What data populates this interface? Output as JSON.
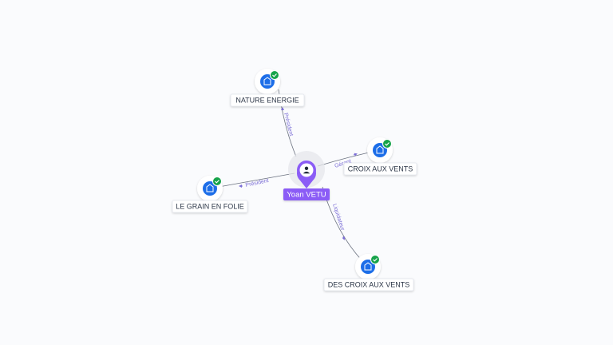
{
  "person": {
    "name": "Yoan VETU",
    "icon": "person-icon",
    "color": "#8b5cf6"
  },
  "companies": [
    {
      "name": "NATURE ENERGIE",
      "role": "Président",
      "icon": "building-icon",
      "verified": true
    },
    {
      "name": "CROIX AUX VENTS",
      "role": "Gérant",
      "icon": "building-icon",
      "verified": true
    },
    {
      "name": "LE GRAIN EN FOLIE",
      "role": "Président",
      "icon": "building-icon",
      "verified": true
    },
    {
      "name": "DES CROIX AUX VENTS",
      "role": "Liquidateur",
      "icon": "building-icon",
      "verified": true
    }
  ],
  "colors": {
    "company_icon": "#1d6ee8",
    "verified_badge": "#16a34a",
    "edge_label": "#7c6fd6"
  }
}
